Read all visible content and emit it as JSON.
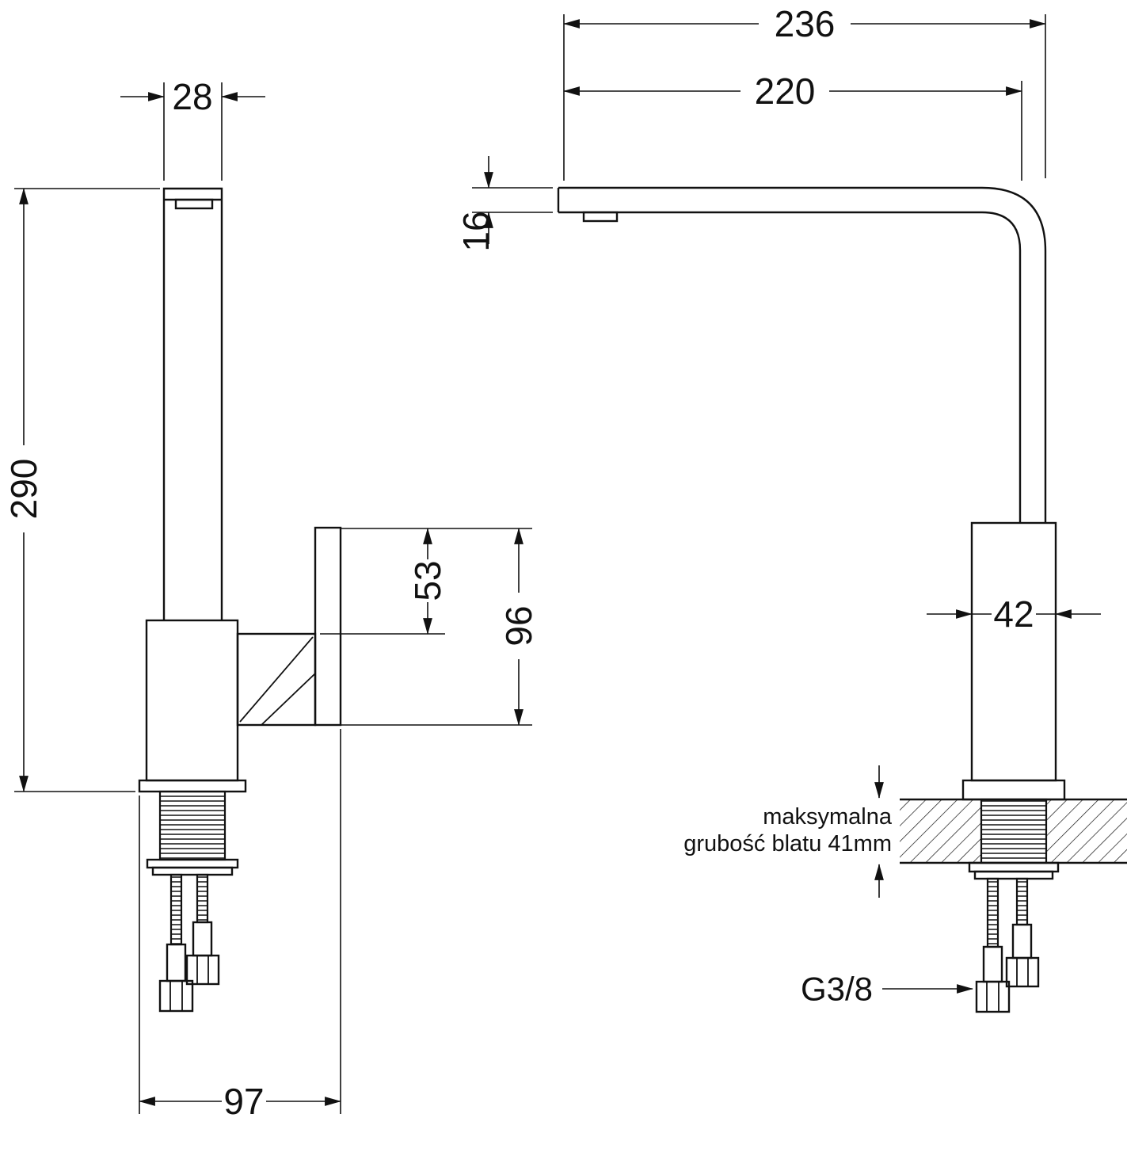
{
  "drawing": {
    "subject": "kitchen-faucet-dimension-drawing",
    "line_color": "#111111",
    "background": "#ffffff",
    "side_view": {
      "spout_width": "28",
      "overall_height": "290",
      "handle_top_offset": "53",
      "handle_height": "96",
      "base_depth": "97"
    },
    "front_view": {
      "overall_reach": "236",
      "spout_reach": "220",
      "spout_thickness": "16",
      "body_width": "42",
      "counter_note_line1": "maksymalna",
      "counter_note_line2": "grubość blatu 41mm",
      "thread_size": "G3/8"
    }
  }
}
